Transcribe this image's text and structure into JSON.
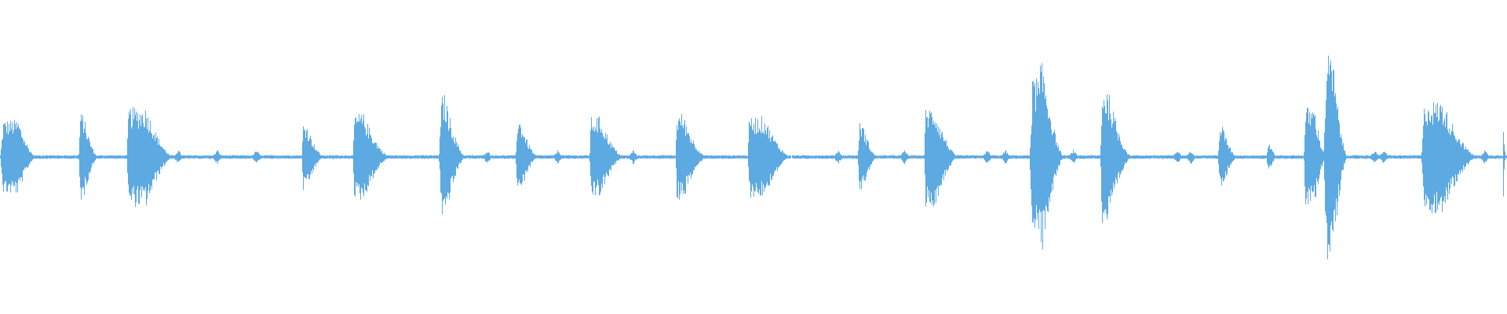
{
  "waveform": {
    "color": "#5DA9E2",
    "background": "#FFFFFF",
    "baseline_fraction": 0.5,
    "noise_amplitude": 0.006,
    "bursts": [
      {
        "time": 0.0,
        "amplitude": 0.12,
        "attack": 0.002,
        "decay": 0.012,
        "sustain": 0.01
      },
      {
        "time": 0.052,
        "amplitude": 0.14,
        "attack": 0.001,
        "decay": 0.01,
        "sustain": 0.002
      },
      {
        "time": 0.084,
        "amplitude": 0.16,
        "attack": 0.001,
        "decay": 0.018,
        "sustain": 0.012
      },
      {
        "time": 0.2,
        "amplitude": 0.11,
        "attack": 0.001,
        "decay": 0.012,
        "sustain": 0.002
      },
      {
        "time": 0.234,
        "amplitude": 0.14,
        "attack": 0.001,
        "decay": 0.018,
        "sustain": 0.006
      },
      {
        "time": 0.291,
        "amplitude": 0.2,
        "attack": 0.002,
        "decay": 0.014,
        "sustain": 0.002
      },
      {
        "time": 0.342,
        "amplitude": 0.12,
        "attack": 0.001,
        "decay": 0.012,
        "sustain": 0.002
      },
      {
        "time": 0.391,
        "amplitude": 0.13,
        "attack": 0.001,
        "decay": 0.016,
        "sustain": 0.006
      },
      {
        "time": 0.448,
        "amplitude": 0.14,
        "attack": 0.001,
        "decay": 0.016,
        "sustain": 0.004
      },
      {
        "time": 0.496,
        "amplitude": 0.13,
        "attack": 0.001,
        "decay": 0.018,
        "sustain": 0.01
      },
      {
        "time": 0.569,
        "amplitude": 0.11,
        "attack": 0.001,
        "decay": 0.01,
        "sustain": 0.002
      },
      {
        "time": 0.613,
        "amplitude": 0.16,
        "attack": 0.001,
        "decay": 0.016,
        "sustain": 0.006
      },
      {
        "time": 0.683,
        "amplitude": 0.26,
        "attack": 0.002,
        "decay": 0.01,
        "sustain": 0.004
      },
      {
        "time": 0.689,
        "amplitude": 0.3,
        "attack": 0.001,
        "decay": 0.014,
        "sustain": 0.002
      },
      {
        "time": 0.73,
        "amplitude": 0.22,
        "attack": 0.001,
        "decay": 0.016,
        "sustain": 0.004
      },
      {
        "time": 0.808,
        "amplitude": 0.1,
        "attack": 0.001,
        "decay": 0.01,
        "sustain": 0.002
      },
      {
        "time": 0.84,
        "amplitude": 0.04,
        "attack": 0.001,
        "decay": 0.004,
        "sustain": 0.002
      },
      {
        "time": 0.865,
        "amplitude": 0.16,
        "attack": 0.001,
        "decay": 0.008,
        "sustain": 0.006
      },
      {
        "time": 0.878,
        "amplitude": 0.33,
        "attack": 0.002,
        "decay": 0.01,
        "sustain": 0.004
      },
      {
        "time": 0.943,
        "amplitude": 0.18,
        "attack": 0.002,
        "decay": 0.024,
        "sustain": 0.012
      },
      {
        "time": 0.997,
        "amplitude": 0.14,
        "attack": 0.0,
        "decay": 0.002,
        "sustain": 0.0
      }
    ],
    "small_ripples": [
      0.118,
      0.144,
      0.17,
      0.323,
      0.37,
      0.42,
      0.556,
      0.6,
      0.655,
      0.667,
      0.712,
      0.781,
      0.79,
      0.912,
      0.918,
      0.966,
      0.972,
      0.985
    ]
  }
}
